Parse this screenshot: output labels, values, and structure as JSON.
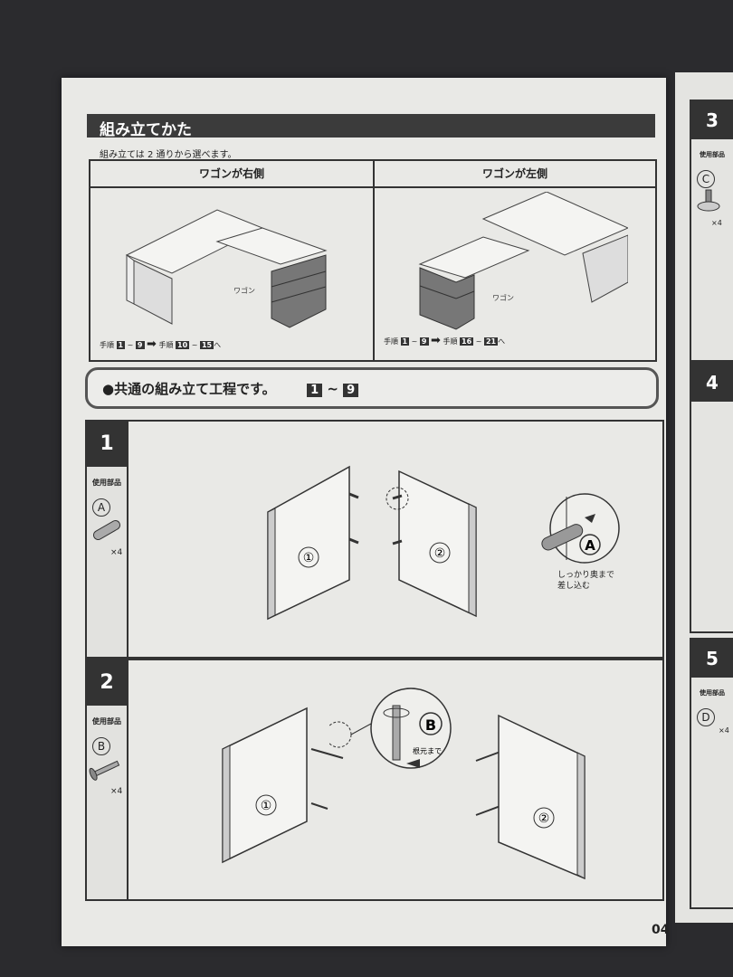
{
  "header": {
    "title": "組み立てかた"
  },
  "intro": "組み立ては 2 通りから選べます。",
  "options": [
    {
      "title": "ワゴンが右側",
      "wagon_label": "ワゴン",
      "steps": {
        "prefix": "手順",
        "a": "1",
        "tilde": "~",
        "b": "9",
        "prefix2": "手順",
        "c": "10",
        "d": "15",
        "suffix": "へ"
      }
    },
    {
      "title": "ワゴンが左側",
      "wagon_label": "ワゴン",
      "steps": {
        "prefix": "手順",
        "a": "1",
        "tilde": "~",
        "b": "9",
        "prefix2": "手順",
        "c": "16",
        "d": "21",
        "suffix": "へ"
      }
    }
  ],
  "common": {
    "text": "●共通の組み立て工程です。",
    "from": "1",
    "tilde": "~",
    "to": "9"
  },
  "step1": {
    "number": "1",
    "parts_label": "使用部品",
    "part": "A",
    "qty": "×4",
    "panel_left": "①",
    "panel_right": "②",
    "detail_letter": "A",
    "caption_line1": "しっかり奥まで",
    "caption_line2": "差し込む"
  },
  "step2": {
    "number": "2",
    "parts_label": "使用部品",
    "part": "B",
    "qty": "×4",
    "panel_left": "①",
    "panel_right": "②",
    "detail_letter": "B",
    "caption": "根元まで"
  },
  "right_page": {
    "step3": {
      "number": "3",
      "parts_label": "使用部品",
      "part": "C",
      "qty": "×4"
    },
    "step4": {
      "number": "4"
    },
    "step5": {
      "number": "5",
      "parts_label": "使用部品",
      "part": "D",
      "qty": "×4"
    }
  },
  "page_number": "04"
}
